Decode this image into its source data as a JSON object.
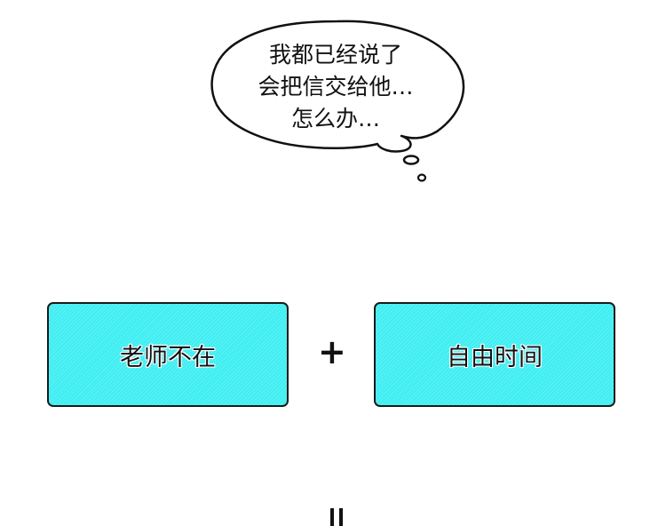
{
  "thought_bubble": {
    "lines": [
      "我都已经说了",
      "会把信交给他…",
      "怎么办…"
    ]
  },
  "equation": {
    "left_box": {
      "label": "老师不在"
    },
    "operator": "+",
    "right_box": {
      "label": "自由时间"
    },
    "result_symbol": "="
  },
  "colors": {
    "box_fill": "#3eeef2",
    "outline": "#1a1a1a",
    "background": "#ffffff"
  }
}
